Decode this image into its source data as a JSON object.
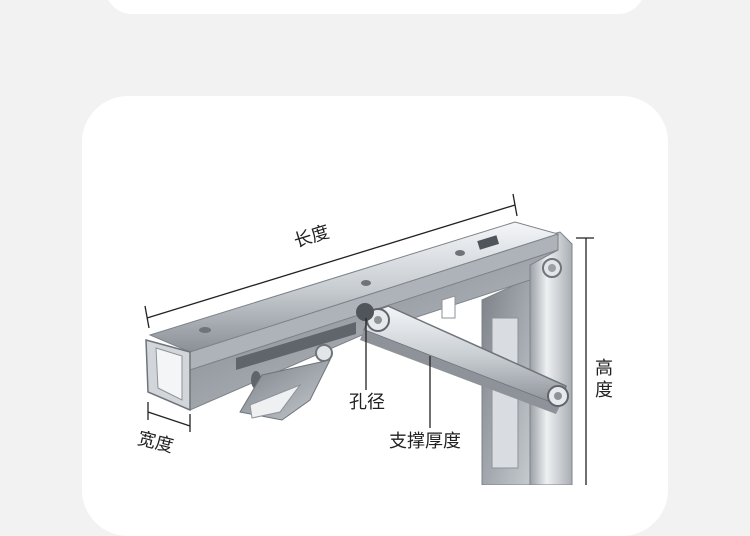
{
  "labels": {
    "length": "长度",
    "width": "宽度",
    "height": "高度",
    "hole_diameter": "孔径",
    "support_thickness": "支撑厚度"
  },
  "colors": {
    "background": "#f2f2f2",
    "card": "#ffffff",
    "dimension_line": "#222222",
    "metal_light": "#e9ecef",
    "metal_mid": "#b9bec4",
    "metal_dark": "#6e747a"
  }
}
